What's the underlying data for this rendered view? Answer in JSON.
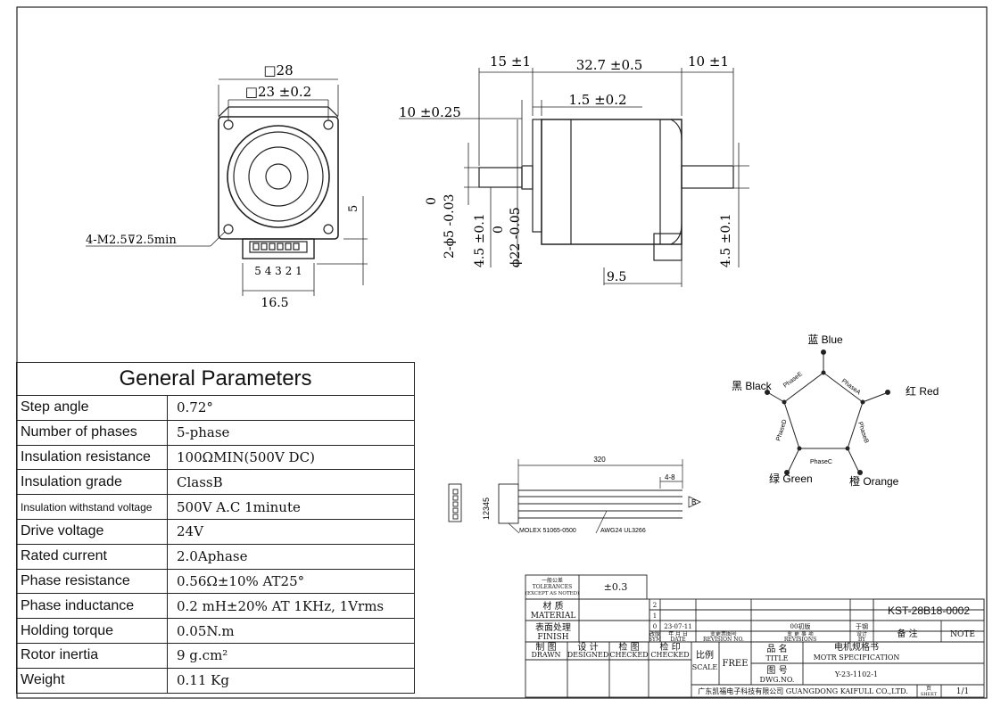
{
  "front_view": {
    "outer_dim": "□28",
    "hole_dim": "□23 ±0.2",
    "screw_callout": "4-M2.5⊽2.5min",
    "dim_5": "5",
    "pins": "5 4 3 2 1",
    "dim_16_5": "16.5"
  },
  "side_view": {
    "d15": "15 ±1",
    "d32_7": "32.7 ±0.5",
    "d10_right": "10 ±1",
    "d1_5": "1.5 ±0.2",
    "d10_left": "10 ±0.25",
    "shaft_dia_a": "0",
    "shaft_dia_b": "2-ϕ5 -0.03",
    "flat_dim_left": "4.5 ±0.1",
    "boss_dia_a": "0",
    "boss_dia_b": "ϕ22 -0.05",
    "flat_dim_right": "4.5 ±0.1",
    "d9_5": "9.5"
  },
  "wiring": {
    "blue": "蓝 Blue",
    "red": "红 Red",
    "black": "黑 Black",
    "green": "绿 Green",
    "orange": "橙 Orange",
    "phaseA": "PhaseA",
    "phaseB": "PhaseB",
    "phaseC": "PhaseC",
    "phaseD": "PhaseD",
    "phaseE": "PhaseE"
  },
  "cable": {
    "length": "320",
    "strip": "4-8",
    "connector": "MOLEX 51065-0500",
    "wire": "AWG24 UL3266",
    "pin_numbers": "12345",
    "note_mark": "B"
  },
  "parameters": {
    "title": "General Parameters",
    "rows": [
      {
        "label": "Step angle",
        "value": "0.72°"
      },
      {
        "label": "Number of phases",
        "value": "5-phase"
      },
      {
        "label": "Insulation resistance",
        "value": "100ΩMIN(500V DC)"
      },
      {
        "label": "Insulation grade",
        "value": "ClassB"
      },
      {
        "label": "Insulation withstand voltage",
        "value": "500V A.C 1minute"
      },
      {
        "label": "Drive voltage",
        "value": "24V"
      },
      {
        "label": "Rated current",
        "value": "2.0Aphase"
      },
      {
        "label": "Phase resistance",
        "value": "0.56Ω±10%  AT25°"
      },
      {
        "label": "Phase inductance",
        "value": "0.2 mH±20%  AT 1KHz, 1Vrms"
      },
      {
        "label": "Holding torque",
        "value": "0.05N.m"
      },
      {
        "label": "Rotor inertia",
        "value": "9 g.cm²"
      },
      {
        "label": "Weight",
        "value": "0.11 Kg"
      }
    ]
  },
  "title_block": {
    "tol_cn": "一般公差",
    "tol_en1": "TOLERANCES",
    "tol_en2": "(EXCEPT AS NOTED)",
    "tol_value": "±0.3",
    "material_cn": "材 质",
    "material_en": "MATERIAL",
    "finish_cn": "表面处理",
    "finish_en": "FINISH",
    "rev2": "2",
    "rev1": "1",
    "rev0": "0",
    "rev_date": "23-07-11",
    "rev_desc": "00初版",
    "rev_by": "于钢",
    "sym_cn": "改版",
    "sym_en": "SYM",
    "date_cn": "年 月 日",
    "date_en": "DATE",
    "revno_cn": "变更票图号",
    "revno_en": "REVISION NO.",
    "revs_cn": "变 更 事 项",
    "revs_en": "REVISIONS",
    "design_cn": "设计",
    "design_en": "BY",
    "note_cn": "备   注",
    "note_en": "NOTE",
    "part_no": "KST-28B18-0002",
    "drawn_cn": "制 图",
    "drawn_en": "DRAWN",
    "designed_cn": "设 计",
    "designed_en": "DESIGNED",
    "checked_cn": "检 图",
    "checked_en": "CHECKED",
    "checked2_cn": "检 印",
    "checked2_en": "CHECKED",
    "scale_cn": "比例",
    "scale_en": "SCALE",
    "scale_value": "FREE",
    "title_cn": "品 名",
    "title_en": "TITLE",
    "doc_cn": "电机规格书",
    "doc_en": "MOTR SPECIFICATION",
    "dwg_cn": "图 号",
    "dwg_en": "DWG.NO.",
    "dwg_value": "Y-23-1102-1",
    "company": "广东凯福电子科技有限公司 GUANGDONG KAIFULL CO.,LTD.",
    "sheet_cn": "页",
    "sheet_en": "SHEET",
    "sheet_value": "1/1"
  }
}
